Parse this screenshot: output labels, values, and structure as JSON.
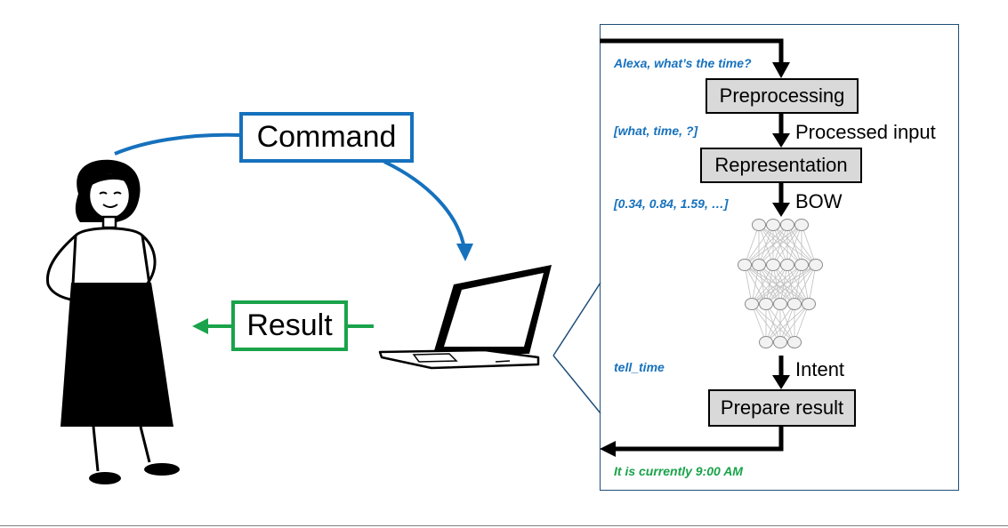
{
  "labels": {
    "command": "Command",
    "result": "Result"
  },
  "pipeline": {
    "steps": [
      "Preprocessing",
      "Representation",
      "Prepare result"
    ],
    "arrow_labels": [
      "Processed input",
      "BOW",
      "Intent"
    ]
  },
  "examples": {
    "query": "Alexa, what’s the time?",
    "tokens": "[what, time, ?]",
    "vector": "[0.34, 0.84, 1.59, …]",
    "intent": "tell_time",
    "answer": "It is currently 9:00 AM"
  },
  "colors": {
    "command": "#1671bd",
    "result": "#1aa34a",
    "panel_border": "#1f4e79",
    "step_fill": "#d9d9d9",
    "network": "#bfbfbf"
  },
  "icons": [
    "person-illustration",
    "laptop-icon",
    "neural-network-icon"
  ]
}
